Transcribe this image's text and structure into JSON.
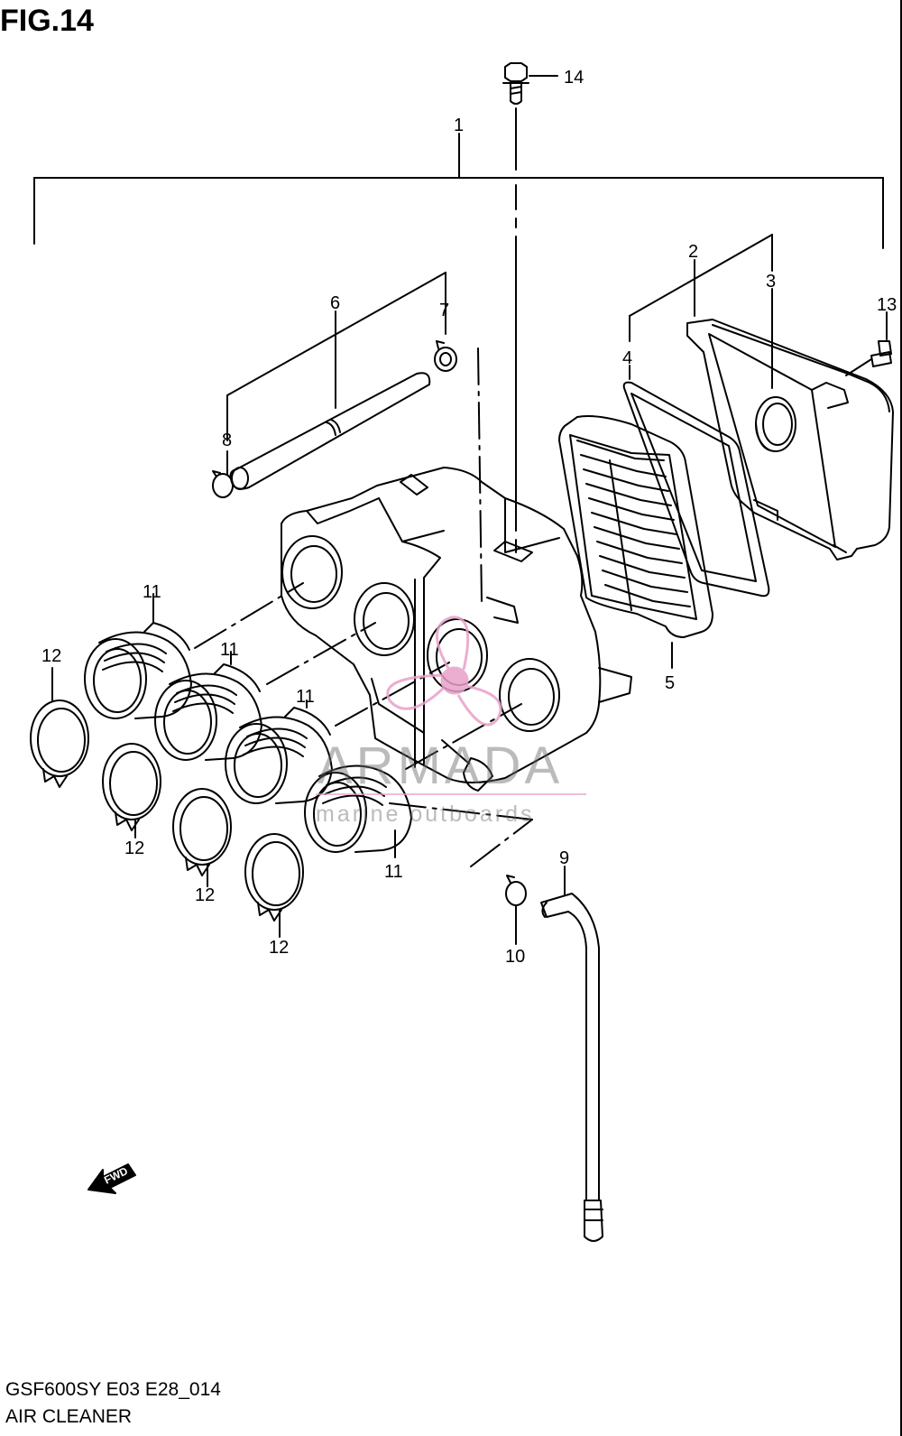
{
  "figure": {
    "title": "FIG.14",
    "model_code": "GSF600SY E03 E28_014",
    "assembly_name": "AIR CLEANER"
  },
  "callouts": {
    "c1": "1",
    "c2": "2",
    "c3": "3",
    "c4": "4",
    "c5": "5",
    "c6": "6",
    "c7": "7",
    "c8": "8",
    "c9": "9",
    "c10": "10",
    "c11a": "11",
    "c11b": "11",
    "c11c": "11",
    "c11d": "11",
    "c12a": "12",
    "c12b": "12",
    "c12c": "12",
    "c12d": "12",
    "c13": "13",
    "c14": "14"
  },
  "direction_marker": {
    "label": "FWD",
    "icon": "forward-arrow-icon"
  },
  "watermark": {
    "brand": "ARMADA",
    "tagline": "marine outboards",
    "logo_icon": "propeller-logo-icon",
    "logo_color": "#e8a0c8"
  }
}
